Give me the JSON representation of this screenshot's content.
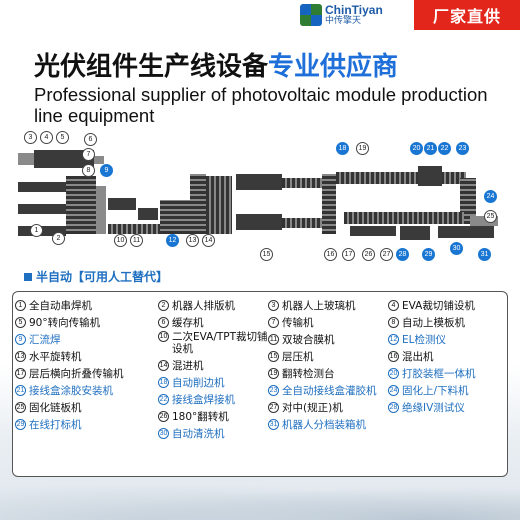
{
  "header": {
    "logo_en": "ChinTiyan",
    "logo_cn": "中传擎天",
    "badge": "厂家直供",
    "title_cn_main": "光伏组件生产线设备",
    "title_cn_highlight": "专业供应商",
    "title_en": "Professional supplier of photovoltaic module production line equipment"
  },
  "section": {
    "label": "半自动【可用人工替代】"
  },
  "colors": {
    "accent": "#1f6fc0",
    "badge": "#e3261b",
    "highlight": "#1e6fd9"
  },
  "diagram": {
    "labels_black": [
      "1",
      "2",
      "3",
      "4",
      "5",
      "6",
      "7",
      "8",
      "10",
      "11",
      "13",
      "14",
      "15",
      "16",
      "17",
      "19",
      "20",
      "21",
      "22",
      "23",
      "25",
      "26",
      "27",
      "28"
    ],
    "labels_blue": [
      "9",
      "12",
      "18",
      "24",
      "29",
      "30",
      "31"
    ]
  },
  "equipment": [
    [
      {
        "n": "1",
        "t": "全自动串焊机",
        "blue": false
      },
      {
        "n": "5",
        "t": "90°转向传输机",
        "blue": false
      },
      {
        "n": "9",
        "t": "汇流焊",
        "blue": true
      },
      {
        "n": "13",
        "t": "水平旋转机",
        "blue": false
      },
      {
        "n": "17",
        "t": "层后横向折叠传输机",
        "blue": false
      },
      {
        "n": "21",
        "t": "接线盒涂胶安装机",
        "blue": true
      },
      {
        "n": "25",
        "t": "固化链板机",
        "blue": false
      },
      {
        "n": "29",
        "t": "在线打标机",
        "blue": true
      }
    ],
    [
      {
        "n": "2",
        "t": "机器人排版机",
        "blue": false
      },
      {
        "n": "6",
        "t": "缓存机",
        "blue": false
      },
      {
        "n": "10",
        "t": "二次EVA/TPT裁切铺设机",
        "blue": false,
        "tall": true
      },
      {
        "n": "14",
        "t": "混进机",
        "blue": false
      },
      {
        "n": "18",
        "t": "自动削边机",
        "blue": true
      },
      {
        "n": "22",
        "t": "接线盒焊接机",
        "blue": true
      },
      {
        "n": "26",
        "t": "180°翻转机",
        "blue": false
      },
      {
        "n": "30",
        "t": "自动清洗机",
        "blue": true
      }
    ],
    [
      {
        "n": "3",
        "t": "机器人上玻璃机",
        "blue": false
      },
      {
        "n": "7",
        "t": "传输机",
        "blue": false
      },
      {
        "n": "11",
        "t": "双玻合膜机",
        "blue": false
      },
      {
        "n": "15",
        "t": "层压机",
        "blue": false
      },
      {
        "n": "19",
        "t": "翻转检测台",
        "blue": false
      },
      {
        "n": "23",
        "t": "全自动接线盒灌胶机",
        "blue": true
      },
      {
        "n": "27",
        "t": "对中(规正)机",
        "blue": false
      },
      {
        "n": "31",
        "t": "机器人分档装箱机",
        "blue": true
      }
    ],
    [
      {
        "n": "4",
        "t": "EVA裁切铺设机",
        "blue": false
      },
      {
        "n": "8",
        "t": "自动上模板机",
        "blue": false
      },
      {
        "n": "12",
        "t": "EL检测仪",
        "blue": true
      },
      {
        "n": "16",
        "t": "混出机",
        "blue": false
      },
      {
        "n": "20",
        "t": "打胶装框一体机",
        "blue": true
      },
      {
        "n": "24",
        "t": "固化上/下料机",
        "blue": true
      },
      {
        "n": "28",
        "t": "绝缘IV测试仪",
        "blue": true
      }
    ]
  ]
}
